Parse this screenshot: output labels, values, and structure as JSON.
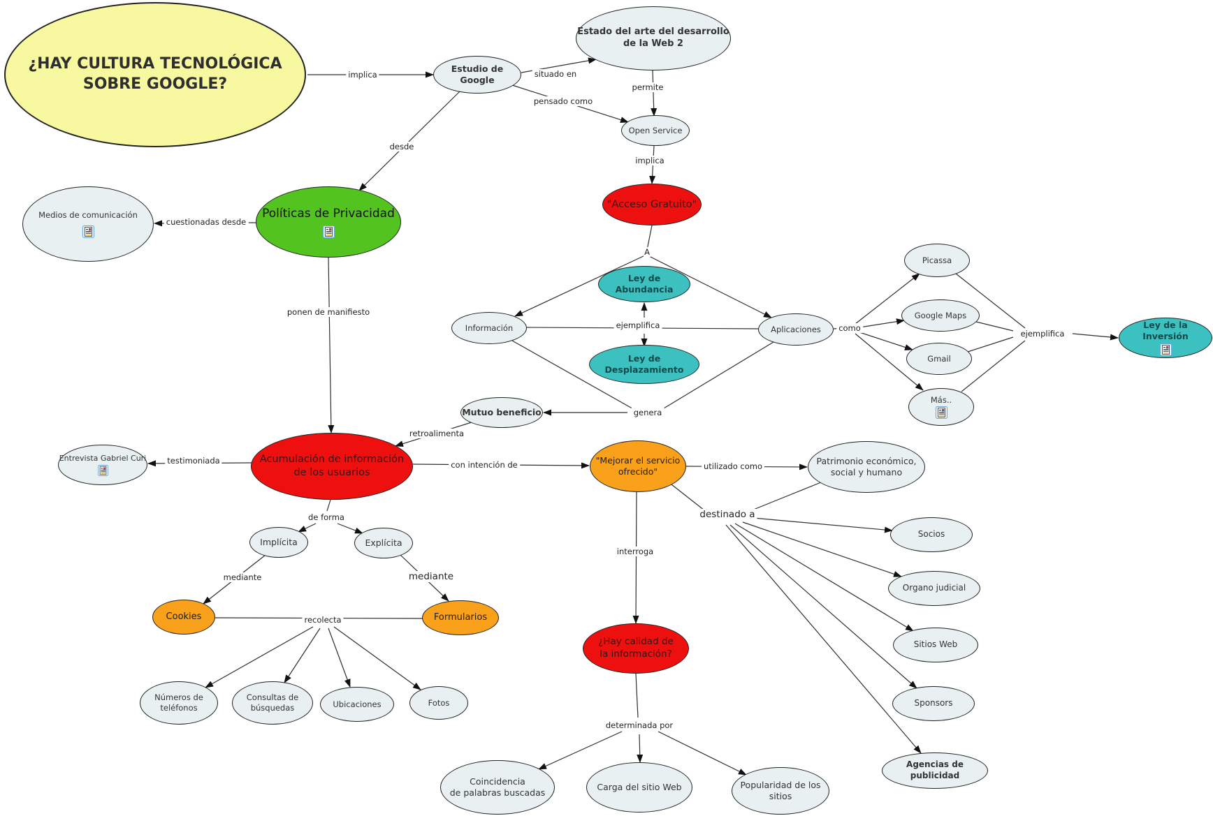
{
  "app": {
    "type": "concept-map",
    "topic": "Cultura tecnológica sobre Google"
  },
  "colors": {
    "node_default": "#e8f0f2",
    "question_yellow": "#f8f8a0",
    "green": "#53c31f",
    "red": "#ee0f0f",
    "teal": "#3dc0c0",
    "orange": "#f9a11b"
  },
  "nodes": {
    "q_main": {
      "label": "¿HAY CULTURA TECNOLÓGICA\nSOBRE GOOGLE?"
    },
    "estudio_google": {
      "label": "Estudio de Google"
    },
    "estado_web2": {
      "label": "Estado del arte del desarrollo\nde la Web 2"
    },
    "open_service": {
      "label": "Open Service"
    },
    "acceso_gratuito": {
      "label": "\"Acceso Gratuito\""
    },
    "ley_abundancia": {
      "label": "Ley de Abundancia"
    },
    "ley_desplazamiento": {
      "label": "Ley de Desplazamiento"
    },
    "informacion": {
      "label": "Información"
    },
    "aplicaciones": {
      "label": "Aplicaciones"
    },
    "picassa": {
      "label": "Picassa"
    },
    "google_maps": {
      "label": "Google Maps"
    },
    "gmail": {
      "label": "Gmail"
    },
    "mas": {
      "label": "Más.."
    },
    "ley_inversion": {
      "label": "Ley de la Inversión"
    },
    "medios_comunicacion": {
      "label": "Medios de comunicación"
    },
    "politicas_privacidad": {
      "label": "Políticas de Privacidad"
    },
    "acumulacion": {
      "label": "Acumulación de información\nde los usuarios"
    },
    "entrevista_curi": {
      "label": "Entrevista Gabriel Curi"
    },
    "mutuo_beneficio": {
      "label": "Mutuo beneficio"
    },
    "mejorar_servicio": {
      "label": "\"Mejorar el servicio\nofrecido\""
    },
    "patrimonio": {
      "label": "Patrimonio económico,\nsocial y humano"
    },
    "socios": {
      "label": "Socios"
    },
    "organo_judicial": {
      "label": "Organo judicial"
    },
    "sitios_web": {
      "label": "Sitios Web"
    },
    "sponsors": {
      "label": "Sponsors"
    },
    "agencias": {
      "label": "Agencias de publicidad"
    },
    "hay_calidad": {
      "label": "¿Hay calidad de\nla información?"
    },
    "coincidencia": {
      "label": "Coincidencia\nde palabras buscadas"
    },
    "carga_sitio": {
      "label": "Carga del sitio Web"
    },
    "popularidad": {
      "label": "Popularidad de los\nsitios"
    },
    "implicita": {
      "label": "Implícita"
    },
    "explicita": {
      "label": "Explícita"
    },
    "cookies": {
      "label": "Cookies"
    },
    "formularios": {
      "label": "Formularios"
    },
    "numeros_telefonos": {
      "label": "Números de\nteléfonos"
    },
    "consultas_busquedas": {
      "label": "Consultas de\nbúsquedas"
    },
    "ubicaciones": {
      "label": "Ubicaciones"
    },
    "fotos": {
      "label": "Fotos"
    }
  },
  "links": {
    "implica1": {
      "label": "implica"
    },
    "situado_en": {
      "label": "situado en"
    },
    "pensado_como": {
      "label": "pensado como"
    },
    "permite": {
      "label": "permite"
    },
    "implica2": {
      "label": "implica"
    },
    "a": {
      "label": "A"
    },
    "ejemplifica_mid": {
      "label": "ejemplifica"
    },
    "genera": {
      "label": "genera"
    },
    "como": {
      "label": "como"
    },
    "ejemplifica_right": {
      "label": "ejemplifica"
    },
    "desde": {
      "label": "desde"
    },
    "cuestionadas_desde": {
      "label": "cuestionadas desde"
    },
    "ponen_de_manifiesto": {
      "label": "ponen de manifiesto"
    },
    "retroalimenta": {
      "label": "retroalimenta"
    },
    "testimoniada": {
      "label": "testimoniada"
    },
    "con_intencion_de": {
      "label": "con intención de"
    },
    "utilizado_como": {
      "label": "utilizado como"
    },
    "destinado_a": {
      "label": "destinado a"
    },
    "interroga": {
      "label": "interroga"
    },
    "determinada_por": {
      "label": "determinada por"
    },
    "de_forma": {
      "label": "de forma"
    },
    "mediante1": {
      "label": "mediante"
    },
    "mediante2": {
      "label": "mediante"
    },
    "recolecta": {
      "label": "recolecta"
    }
  }
}
